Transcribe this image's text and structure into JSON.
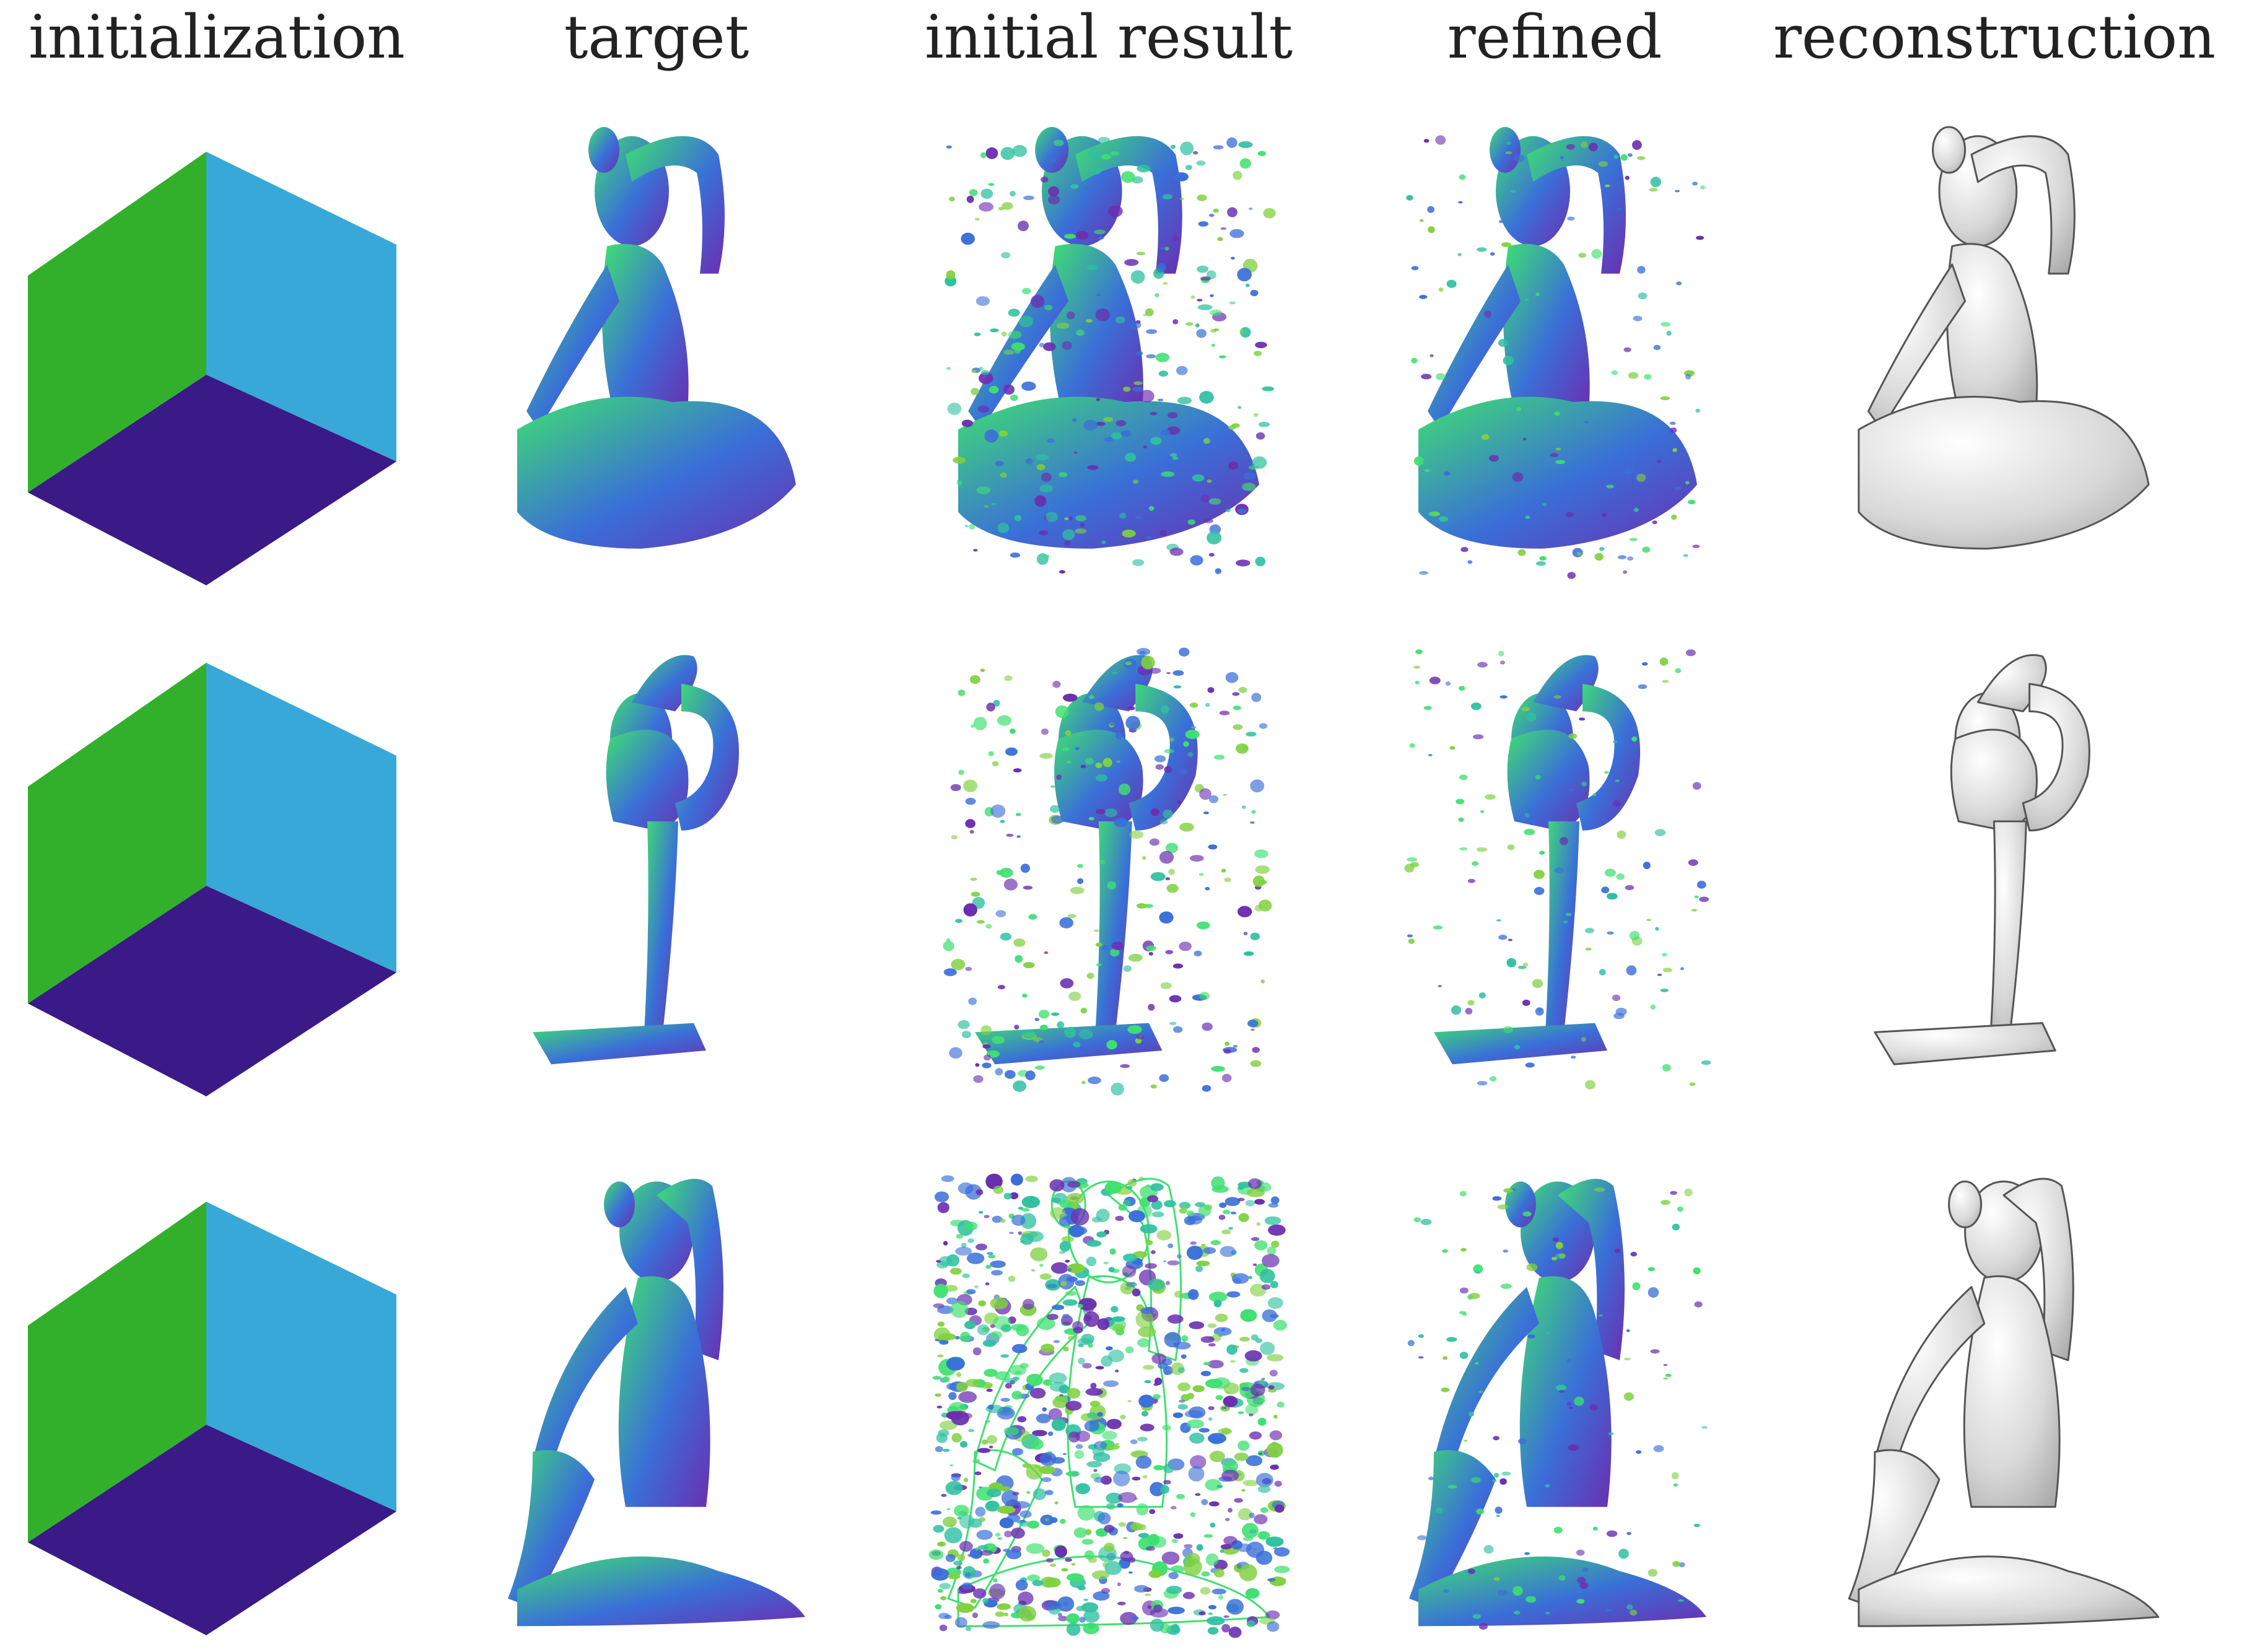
{
  "columns": [
    {
      "key": "initialization",
      "label": "initialization"
    },
    {
      "key": "target",
      "label": "target"
    },
    {
      "key": "initial_result",
      "label": "initial result"
    },
    {
      "key": "refined",
      "label": "refined"
    },
    {
      "key": "reconstruction",
      "label": "reconstruction"
    }
  ],
  "rows": [
    {
      "pose": "seated-arm-raised"
    },
    {
      "pose": "standing-leg-raised"
    },
    {
      "pose": "kneeling-stretch"
    }
  ],
  "colors": {
    "cube_green": "#33b02b",
    "cube_blue": "#38a8d8",
    "cube_purple": "#3a1a86",
    "normal_green": "#3fe070",
    "normal_blue": "#3a6fd8",
    "normal_purple": "#6a2fb0",
    "mesh_gray": "#d8d8d8",
    "mesh_edge": "#555555"
  }
}
